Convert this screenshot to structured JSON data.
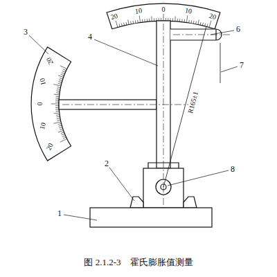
{
  "diagram": {
    "caption": "图 2.1.2-3　霍氏膨胀值测量",
    "labels": [
      "20",
      "10",
      "0",
      "10",
      "20",
      "4",
      "3",
      "6",
      "7",
      "20",
      "10",
      "0",
      "10",
      "20",
      "R165±1",
      "8",
      "2",
      "1"
    ]
  }
}
